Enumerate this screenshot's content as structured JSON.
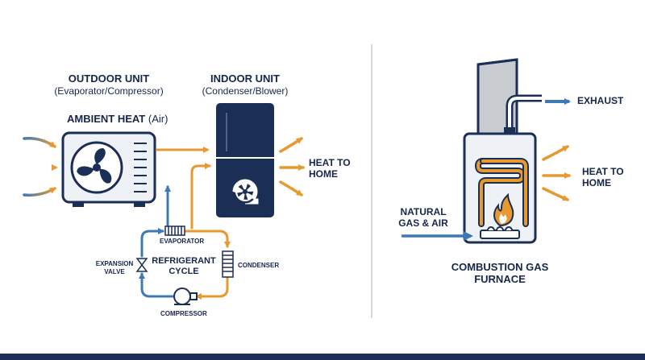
{
  "heat_pump": {
    "outdoor_unit": {
      "title": "OUTDOOR UNIT",
      "subtitle": "(Evaporator/Compressor)"
    },
    "indoor_unit": {
      "title": "INDOOR UNIT",
      "subtitle": "(Condenser/Blower)"
    },
    "ambient_heat": {
      "bold": "AMBIENT HEAT",
      "normal": "(Air)"
    },
    "heat_output": {
      "line1": "HEAT TO",
      "line2": "HOME"
    },
    "cycle": {
      "evaporator": "EVAPORATOR",
      "condenser": "CONDENSER",
      "compressor": "COMPRESSOR",
      "expansion_valve": {
        "line1": "EXPANSION",
        "line2": "VALVE"
      },
      "center": {
        "line1": "REFRIGERANT",
        "line2": "CYCLE"
      }
    }
  },
  "furnace": {
    "exhaust": "EXHAUST",
    "heat_output": {
      "line1": "HEAT TO",
      "line2": "HOME"
    },
    "input": {
      "line1": "NATURAL",
      "line2": "GAS & AIR"
    },
    "caption": {
      "line1": "COMBUSTION GAS",
      "line2": "FURNACE"
    }
  },
  "colors": {
    "navy": "#1b2e56",
    "orange": "#e7992f",
    "blue": "#3d79b8",
    "gray": "#c8cbd0",
    "unit_fill": "#eef2f6",
    "divider": "#c9ced6"
  },
  "icons": [
    "fan-icon",
    "blower-icon",
    "flame-icon",
    "expansion-valve-icon",
    "compressor-icon",
    "heat-coil-icon"
  ]
}
